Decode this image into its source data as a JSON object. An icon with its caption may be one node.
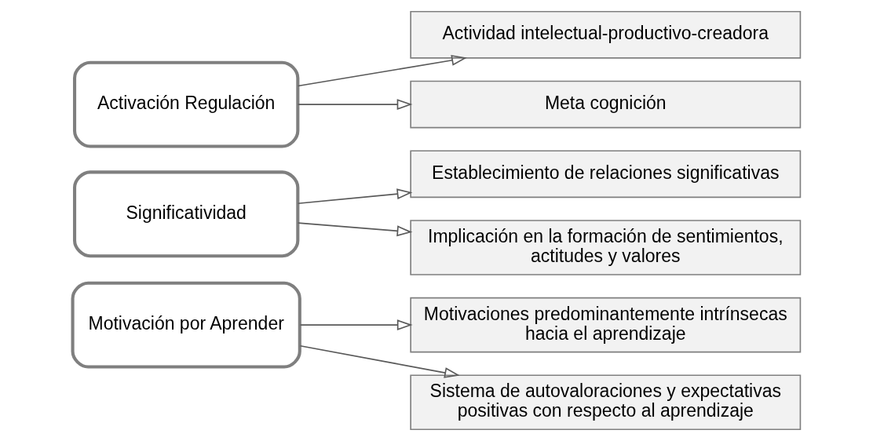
{
  "diagram": {
    "nodes": [
      {
        "text": [
          "Activación Regulación"
        ]
      },
      {
        "text": [
          "Actividad intelectual-productivo-creadora"
        ]
      },
      {
        "text": [
          "Meta cognición"
        ]
      },
      {
        "text": [
          "Significatividad"
        ]
      },
      {
        "text": [
          "Establecimiento de relaciones significativas"
        ]
      },
      {
        "text": [
          "Implicación en la formación de sentimientos, actitudes y valores"
        ]
      },
      {
        "text": [
          "Motivación por Aprender"
        ]
      },
      {
        "text": [
          "Motivaciones predominantemente intrínsecas hacia el aprendizaje"
        ]
      },
      {
        "text": [
          "Sistema de autovaloraciones y expectativas positivas con respecto al aprendizaje"
        ]
      }
    ],
    "edges": [
      {
        "from": 0,
        "to": 1,
        "arrow": "to"
      },
      {
        "from": 0,
        "to": 2,
        "arrow": "to"
      },
      {
        "from": 3,
        "to": 4,
        "arrow": "to"
      },
      {
        "from": 3,
        "to": 5,
        "arrow": "to"
      },
      {
        "from": 6,
        "to": 7,
        "arrow": "to"
      },
      {
        "from": 6,
        "to": 8,
        "arrow": "to"
      }
    ]
  }
}
